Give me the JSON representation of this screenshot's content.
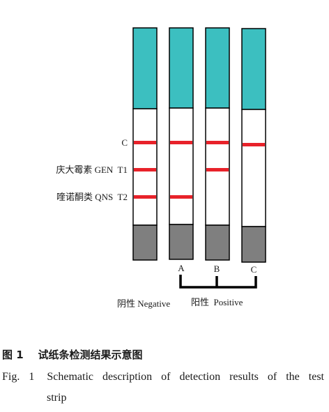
{
  "labels": {
    "c": "C",
    "t1": "庆大霉素 GEN  T1",
    "t2": "喹诺酮类 QNS  T2"
  },
  "strip_letters": [
    "A",
    "B",
    "C"
  ],
  "groups": {
    "negative": "阴性 Negative",
    "positive": "阳性  Positive"
  },
  "caption": {
    "cn": "图 1    试纸条检测结果示意图",
    "en_fig": "Fig. 1",
    "en_line1": "Schematic description of detection results of the test",
    "en_line2": "strip"
  },
  "colors": {
    "pad": "#3cbfc0",
    "sample_pad": "#7f7f7f",
    "line": "#e8222a",
    "outline": "#000000"
  },
  "strips": [
    {
      "name": "negative",
      "lines": [
        "C",
        "T1",
        "T2"
      ]
    },
    {
      "name": "A",
      "lines": [
        "C",
        "T2"
      ]
    },
    {
      "name": "B",
      "lines": [
        "C",
        "T1"
      ]
    },
    {
      "name": "C",
      "lines": [
        "C"
      ]
    }
  ]
}
